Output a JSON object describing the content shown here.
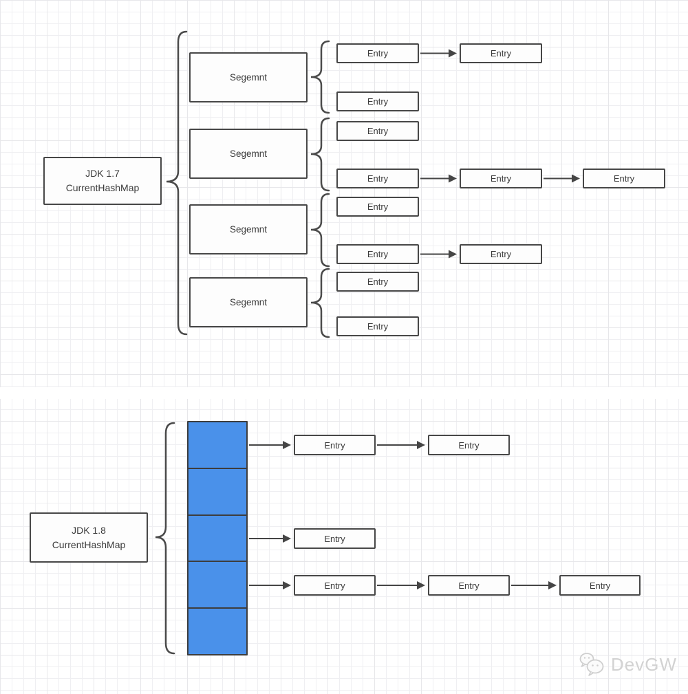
{
  "diagram": {
    "type": "structure-comparison",
    "grid_color": "#e7e7ea",
    "node_border_color": "#474747",
    "bucket_fill_color": "#4a91ea",
    "jdk17": {
      "title_line1": "JDK 1.7",
      "title_line2": "CurrentHashMap",
      "segments": [
        {
          "label": "Segemnt",
          "buckets": [
            {
              "chain": [
                "Entry",
                "Entry"
              ]
            },
            {
              "chain": [
                "Entry"
              ]
            }
          ]
        },
        {
          "label": "Segemnt",
          "buckets": [
            {
              "chain": [
                "Entry"
              ]
            },
            {
              "chain": [
                "Entry",
                "Entry",
                "Entry"
              ]
            }
          ]
        },
        {
          "label": "Segemnt",
          "buckets": [
            {
              "chain": [
                "Entry"
              ]
            },
            {
              "chain": [
                "Entry",
                "Entry"
              ]
            }
          ]
        },
        {
          "label": "Segemnt",
          "buckets": [
            {
              "chain": [
                "Entry"
              ]
            },
            {
              "chain": [
                "Entry"
              ]
            }
          ]
        }
      ]
    },
    "jdk18": {
      "title_line1": "JDK 1.8",
      "title_line2": "CurrentHashMap",
      "table_cell_count": 5,
      "buckets": [
        {
          "cell_index": 0,
          "chain": [
            "Entry",
            "Entry"
          ]
        },
        {
          "cell_index": 2,
          "chain": [
            "Entry"
          ]
        },
        {
          "cell_index": 3,
          "chain": [
            "Entry",
            "Entry",
            "Entry"
          ]
        }
      ]
    }
  },
  "watermark": {
    "label": "DevGW",
    "icon": "wechat-bubbles-icon"
  }
}
